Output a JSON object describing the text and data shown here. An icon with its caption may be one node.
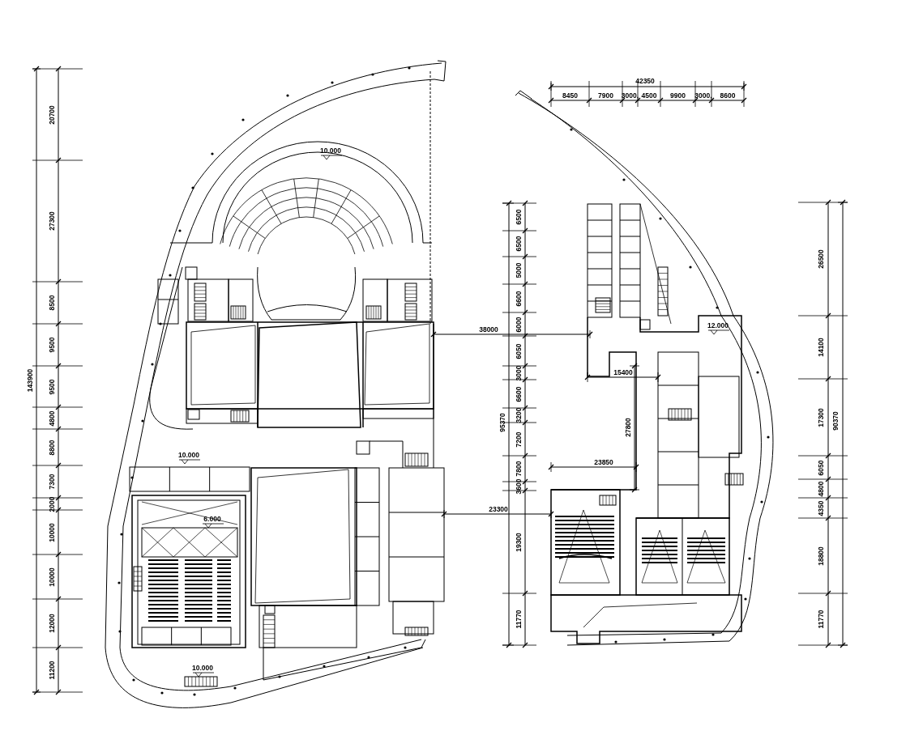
{
  "diagram": {
    "labels": [
      "143900",
      "20700",
      "27300",
      "8500",
      "9500",
      "9500",
      "4800",
      "8800",
      "7300",
      "2000",
      "10000",
      "10000",
      "12000",
      "11200",
      "10.000",
      "10.000",
      "6.000",
      "10.000",
      "38000",
      "23300",
      "42350",
      "8450",
      "7900",
      "3000,",
      "4500",
      "9900",
      "3000,",
      "8600",
      "12.000",
      "95370",
      "6500",
      "6500",
      "5000",
      "6600",
      "6000",
      "6050",
      "3000",
      "6600",
      "3200",
      "7200",
      "7800",
      "3600",
      "19300",
      "11770",
      "15400",
      "27800",
      "23850",
      "90370",
      "26500",
      "14100",
      "17300",
      "6050",
      "4800",
      "4350",
      "18800",
      "11770"
    ]
  }
}
